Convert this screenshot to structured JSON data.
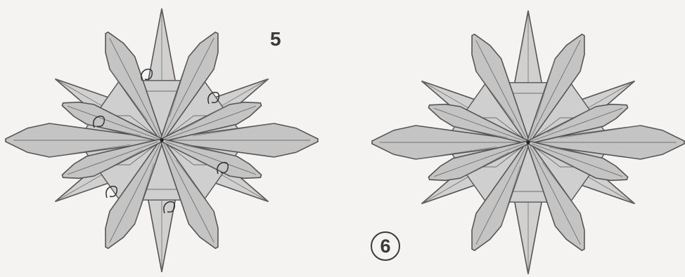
{
  "steps": [
    {
      "label": "5",
      "style": "plain"
    },
    {
      "label": "6",
      "style": "circled"
    }
  ],
  "colors": {
    "paper_face": "#c4c4c4",
    "paper_back": "#d0d0d0",
    "crease_line": "#6f6f6f",
    "outline": "#555555",
    "background": "#f4f3f1"
  },
  "icons": [
    "arrow-curl-icon"
  ]
}
